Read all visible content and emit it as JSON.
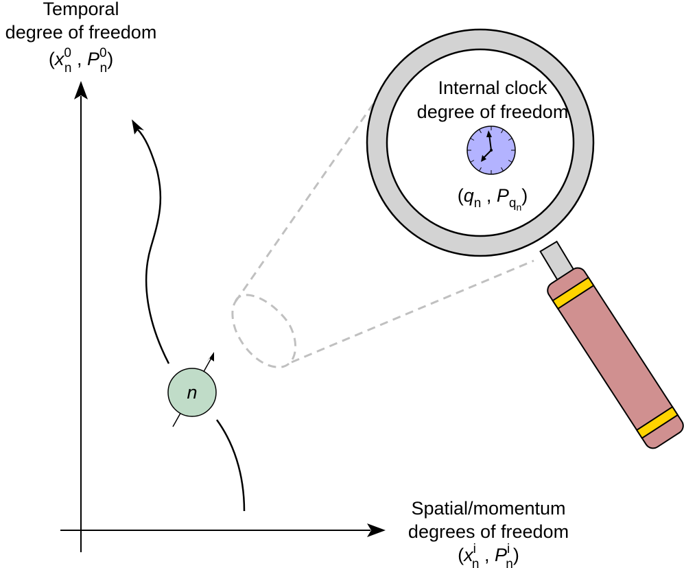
{
  "axes": {
    "y_label_line1": "Temporal",
    "y_label_line2": "degree of freedom",
    "y_var": "x",
    "y_var_sup": "0",
    "y_var_sub": "n",
    "y_mom": "P",
    "y_mom_sup": "0",
    "y_mom_sub": "n",
    "x_label_line1": "Spatial/momentum",
    "x_label_line2": "degrees of freedom",
    "x_var": "x",
    "x_var_sup": "i",
    "x_var_sub": "n",
    "x_mom": "P",
    "x_mom_sup": "i",
    "x_mom_sub": "n"
  },
  "particle": {
    "label": "n",
    "fill_color": "#c0dcc8"
  },
  "magnifier": {
    "title_line1": "Internal clock",
    "title_line2": "degree of freedom",
    "var": "q",
    "var_sub": "n",
    "mom": "P",
    "mom_sub": "q",
    "mom_subsub": "n",
    "ring_color": "#d3d3d3",
    "handle_color": "#d09090",
    "band_color": "#ffd400",
    "clock_color": "#b3b3ff",
    "icon": "magnifying-glass-icon",
    "clock_icon": "clock-icon"
  },
  "punct": {
    "open": "(",
    "close": ")",
    "comma": ",",
    "space": " "
  }
}
